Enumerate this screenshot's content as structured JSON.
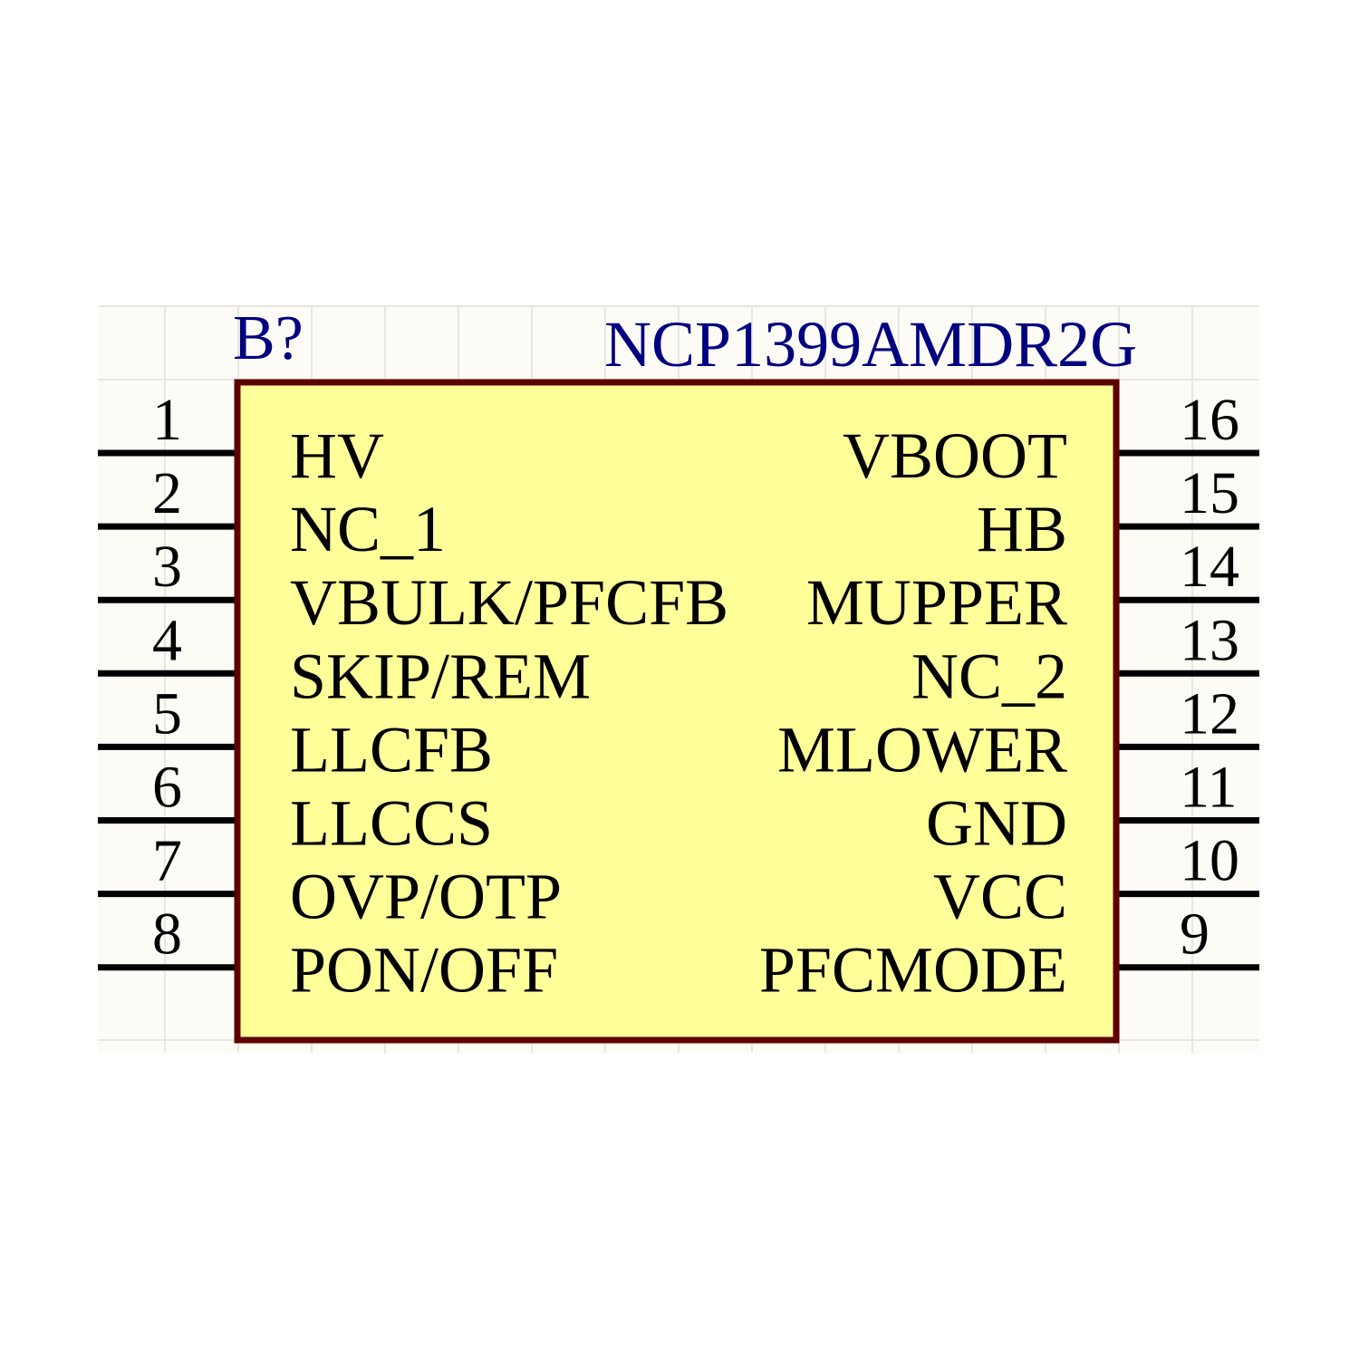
{
  "component": {
    "designator": "B?",
    "part_number": "NCP1399AMDR2G",
    "colors": {
      "sheet": "#fdfbf6",
      "grid": "#e8e6e0",
      "body_fill": "#ffff99",
      "body_border": "#5e0000",
      "pin": "#000000",
      "label": "#000000",
      "designator": "#000080"
    },
    "left_pins": [
      {
        "number": "1",
        "name": "HV"
      },
      {
        "number": "2",
        "name": "NC_1"
      },
      {
        "number": "3",
        "name": "VBULK/PFCFB"
      },
      {
        "number": "4",
        "name": "SKIP/REM"
      },
      {
        "number": "5",
        "name": "LLCFB"
      },
      {
        "number": "6",
        "name": "LLCCS"
      },
      {
        "number": "7",
        "name": "OVP/OTP"
      },
      {
        "number": "8",
        "name": "PON/OFF"
      }
    ],
    "right_pins": [
      {
        "number": "16",
        "name": "VBOOT"
      },
      {
        "number": "15",
        "name": "HB"
      },
      {
        "number": "14",
        "name": "MUPPER"
      },
      {
        "number": "13",
        "name": "NC_2"
      },
      {
        "number": "12",
        "name": "MLOWER"
      },
      {
        "number": "11",
        "name": "GND"
      },
      {
        "number": "10",
        "name": "VCC"
      },
      {
        "number": "9",
        "name": "PFCMODE"
      }
    ]
  }
}
